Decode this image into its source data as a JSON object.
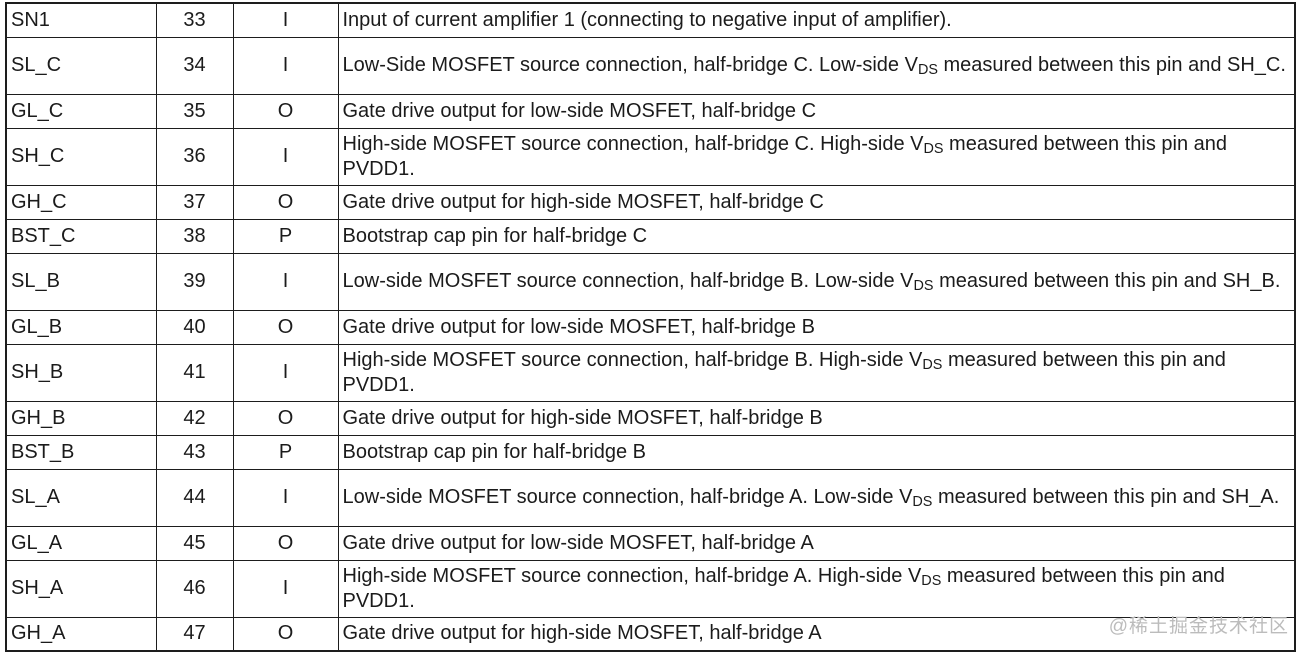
{
  "page": {
    "background_color": "#ffffff",
    "border_color": "#1d1d1d",
    "text_color": "#1b1b1b"
  },
  "watermark": {
    "text": "@稀土掘金技术社区",
    "color": "#bcbcbc"
  },
  "pin_table": {
    "rows": [
      {
        "name": "SN1",
        "number": "33",
        "io": "I",
        "desc": "Input of current amplifier 1 (connecting to negative input of amplifier).",
        "tall": false
      },
      {
        "name": "SL_C",
        "number": "34",
        "io": "I",
        "desc": "Low-Side MOSFET source connection, half-bridge C. Low-side V{DS} measured between this pin and SH_C.",
        "tall": true
      },
      {
        "name": "GL_C",
        "number": "35",
        "io": "O",
        "desc": "Gate drive output for low-side MOSFET, half-bridge C",
        "tall": false
      },
      {
        "name": "SH_C",
        "number": "36",
        "io": "I",
        "desc": "High-side MOSFET source connection, half-bridge C. High-side V{DS} measured between this pin and PVDD1.",
        "tall": true
      },
      {
        "name": "GH_C",
        "number": "37",
        "io": "O",
        "desc": "Gate drive output for high-side MOSFET, half-bridge C",
        "tall": false
      },
      {
        "name": "BST_C",
        "number": "38",
        "io": "P",
        "desc": "Bootstrap cap pin for half-bridge C",
        "tall": false
      },
      {
        "name": "SL_B",
        "number": "39",
        "io": "I",
        "desc": "Low-side MOSFET source connection, half-bridge B. Low-side V{DS} measured between this pin and SH_B.",
        "tall": true
      },
      {
        "name": "GL_B",
        "number": "40",
        "io": "O",
        "desc": "Gate drive output for low-side MOSFET, half-bridge B",
        "tall": false
      },
      {
        "name": "SH_B",
        "number": "41",
        "io": "I",
        "desc": "High-side MOSFET source connection, half-bridge B. High-side V{DS} measured between this pin and PVDD1.",
        "tall": true
      },
      {
        "name": "GH_B",
        "number": "42",
        "io": "O",
        "desc": "Gate drive output for high-side MOSFET, half-bridge B",
        "tall": false
      },
      {
        "name": "BST_B",
        "number": "43",
        "io": "P",
        "desc": "Bootstrap cap pin for half-bridge B",
        "tall": false
      },
      {
        "name": "SL_A",
        "number": "44",
        "io": "I",
        "desc": "Low-side MOSFET source connection, half-bridge A. Low-side V{DS} measured between this pin and SH_A.",
        "tall": true
      },
      {
        "name": "GL_A",
        "number": "45",
        "io": "O",
        "desc": "Gate drive output for low-side MOSFET, half-bridge A",
        "tall": false
      },
      {
        "name": "SH_A",
        "number": "46",
        "io": "I",
        "desc": "High-side MOSFET source connection, half-bridge A. High-side V{DS} measured between this pin and PVDD1.",
        "tall": true
      },
      {
        "name": "GH_A",
        "number": "47",
        "io": "O",
        "desc": "Gate drive output for high-side MOSFET, half-bridge A",
        "tall": false
      }
    ]
  }
}
